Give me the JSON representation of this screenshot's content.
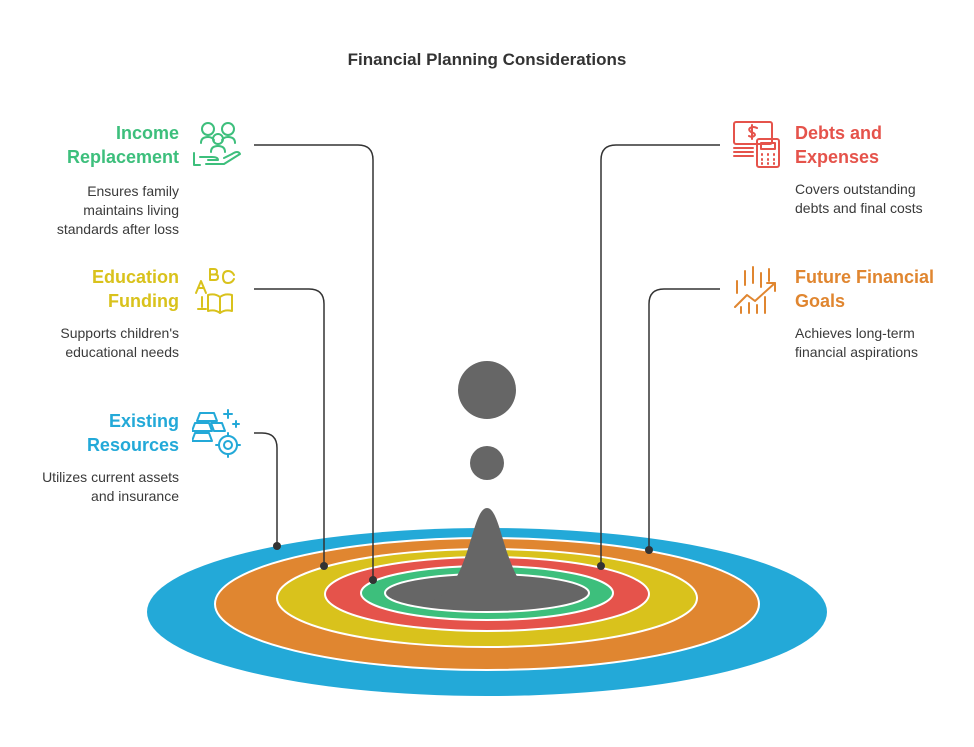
{
  "title": "Financial Planning Considerations",
  "colors": {
    "income": "#3dbf7c",
    "education": "#d9c21c",
    "resources": "#23a9d8",
    "debts": "#e5534b",
    "future": "#e08630",
    "drop": "#666666",
    "line": "#333333"
  },
  "items": {
    "income": {
      "heading": [
        "Income",
        "Replacement"
      ],
      "description": [
        "Ensures family",
        "maintains living",
        "standards after loss"
      ],
      "icon": "family-care-icon"
    },
    "education": {
      "heading": [
        "Education",
        "Funding"
      ],
      "description": [
        "Supports children's",
        "educational needs"
      ],
      "icon": "abc-book-icon"
    },
    "resources": {
      "heading": [
        "Existing",
        "Resources"
      ],
      "description": [
        "Utilizes current assets",
        "and insurance"
      ],
      "icon": "gold-bars-icon"
    },
    "debts": {
      "heading": [
        "Debts and",
        "Expenses"
      ],
      "description": [
        "Covers outstanding",
        "debts and final costs"
      ],
      "icon": "bill-calculator-icon"
    },
    "future": {
      "heading": [
        "Future Financial",
        "Goals"
      ],
      "description": [
        "Achieves long-term",
        "financial aspirations"
      ],
      "icon": "growth-chart-icon"
    }
  }
}
